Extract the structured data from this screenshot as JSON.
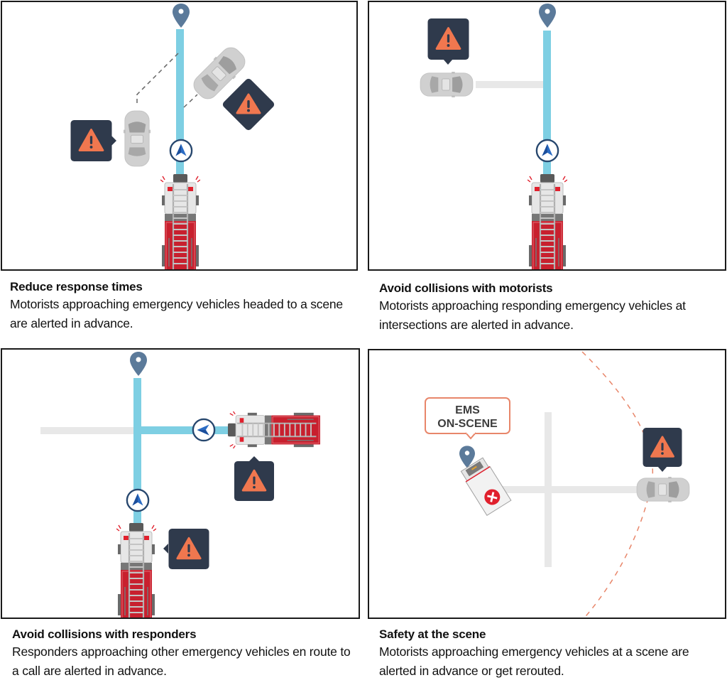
{
  "colors": {
    "route": "#7ecfe3",
    "road": "#e8e8e8",
    "pin": "#5b7a9a",
    "nav_arrow": "#2b6cc4",
    "nav_ring": "#27476e",
    "alert_box": "#2f3a4c",
    "alert_triangle": "#f0774f",
    "truck_red": "#c8202e",
    "car_gray": "#cfcfcf",
    "ems_border": "#e8866a",
    "geofence": "#e8866a"
  },
  "panels": [
    {
      "id": "reduce-response-times",
      "title": "Reduce response times",
      "body": "Motorists approaching emergency vehicles headed to a scene are alerted in advance.",
      "icons": [
        "destination-pin-icon",
        "route-line",
        "navigation-arrow-icon",
        "fire-truck-icon",
        "car-icon",
        "car-icon",
        "alert-icon",
        "alert-icon"
      ]
    },
    {
      "id": "avoid-collisions-motorists",
      "title": "Avoid collisions with motorists",
      "body": "Motorists approaching responding emergency vehicles at intersections are alerted in advance.",
      "icons": [
        "destination-pin-icon",
        "route-line",
        "navigation-arrow-icon",
        "fire-truck-icon",
        "car-icon",
        "alert-icon"
      ]
    },
    {
      "id": "avoid-collisions-responders",
      "title": "Avoid collisions with responders",
      "body": "Responders approaching other emergency vehicles en route to a call are alerted in advance.",
      "icons": [
        "destination-pin-icon",
        "route-line",
        "navigation-arrow-icon",
        "navigation-arrow-icon",
        "fire-truck-icon",
        "fire-truck-icon",
        "alert-icon",
        "alert-icon"
      ]
    },
    {
      "id": "safety-at-scene",
      "title": "Safety at the scene",
      "body": "Motorists approaching emergency vehicles at a scene are alerted in advance or get rerouted.",
      "ems_label_line1": "EMS",
      "ems_label_line2": "ON-SCENE",
      "icons": [
        "location-pin-icon",
        "ambulance-icon",
        "car-icon",
        "alert-icon",
        "geofence-arc"
      ]
    }
  ]
}
